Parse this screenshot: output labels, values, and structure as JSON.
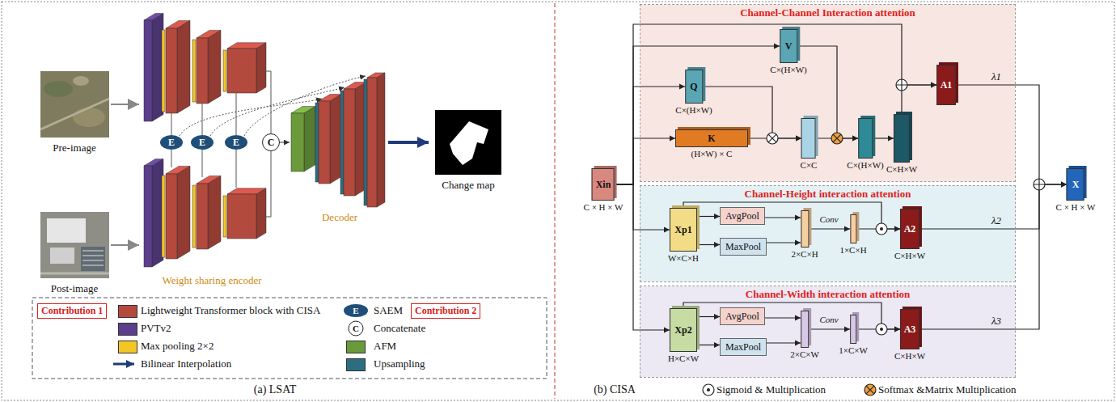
{
  "diagram": {
    "nodes": [
      {
        "text": [
          "E"
        ]
      },
      {
        "text": [
          "E"
        ]
      },
      {
        "text": [
          "E"
        ]
      },
      {
        "text": [
          "C"
        ]
      },
      {
        "text": [
          "Contribution 1"
        ]
      },
      {
        "text": [
          "Contribution 2"
        ]
      },
      {
        "text": [
          "Xin",
          "C × H × W"
        ]
      },
      {
        "text": [
          "Channel-Channel Interaction attention"
        ]
      },
      {
        "text": [
          "V",
          "C×(H×W)"
        ],
        "in": 7
      },
      {
        "text": [
          "Q",
          "C×(H×W)"
        ],
        "in": 7
      },
      {
        "text": [
          "K",
          "(H×W) × C"
        ],
        "in": 7
      },
      {
        "text": [
          "C×C"
        ],
        "in": 7
      },
      {
        "text": [
          "C×(H×W)"
        ],
        "in": 7
      },
      {
        "text": [
          "C×H×W"
        ],
        "in": 7
      },
      {
        "text": [
          "A1"
        ],
        "in": 7
      },
      {
        "text": [
          "Channel-Height interaction attention"
        ]
      },
      {
        "text": [
          "Xp1",
          "W×C×H"
        ],
        "in": 15
      },
      {
        "text": [
          "AvgPool"
        ],
        "in": 15
      },
      {
        "text": [
          "MaxPool"
        ],
        "in": 15
      },
      {
        "text": [
          "2×C×H"
        ],
        "in": 15
      },
      {
        "text": [
          "1×C×H"
        ],
        "in": 15
      },
      {
        "text": [
          "A2",
          "C×H×W"
        ],
        "in": 15
      },
      {
        "text": [
          "Channel-Width interaction attention"
        ]
      },
      {
        "text": [
          "Xp2",
          "H×C×W"
        ],
        "in": 22
      },
      {
        "text": [
          "AvgPool"
        ],
        "in": 22
      },
      {
        "text": [
          "MaxPool"
        ],
        "in": 22
      },
      {
        "text": [
          "2×C×W"
        ],
        "in": 22
      },
      {
        "text": [
          "1×C×W"
        ],
        "in": 22
      },
      {
        "text": [
          "A3",
          "C×H×W"
        ],
        "in": 22
      },
      {
        "text": [
          "X",
          "C × H × W"
        ]
      }
    ],
    "edges": [
      {
        "from": 6,
        "to": 9,
        "arrow": "to"
      },
      {
        "from": 6,
        "to": 10,
        "arrow": "to"
      },
      {
        "from": 6,
        "to": 8,
        "arrow": "to"
      },
      {
        "from": 6,
        "to": 14,
        "arrow": "to"
      },
      {
        "from": 9,
        "to": 11,
        "arrow": "to"
      },
      {
        "from": 10,
        "to": 11,
        "arrow": "to"
      },
      {
        "from": 11,
        "to": 12,
        "arrow": "to"
      },
      {
        "from": 8,
        "to": 12,
        "arrow": "to"
      },
      {
        "from": 12,
        "to": 13,
        "arrow": "to"
      },
      {
        "from": 13,
        "to": 14,
        "arrow": "to"
      },
      {
        "from": 14,
        "to": 29,
        "label": "λ1",
        "arrow": "to"
      },
      {
        "from": 21,
        "to": 29,
        "label": "λ2",
        "arrow": "to"
      },
      {
        "from": 28,
        "to": 29,
        "label": "λ3",
        "arrow": "to"
      },
      {
        "from": 6,
        "to": 16,
        "arrow": "to"
      },
      {
        "from": 16,
        "to": 17,
        "arrow": "to"
      },
      {
        "from": 16,
        "to": 18,
        "arrow": "to"
      },
      {
        "from": 17,
        "to": 19,
        "arrow": "to"
      },
      {
        "from": 18,
        "to": 19,
        "arrow": "to"
      },
      {
        "from": 19,
        "to": 20,
        "label": "Conv",
        "arrow": "to"
      },
      {
        "from": 20,
        "to": 21,
        "arrow": "to"
      },
      {
        "from": 16,
        "to": 21,
        "arrow": "to"
      },
      {
        "from": 6,
        "to": 23,
        "arrow": "to"
      },
      {
        "from": 23,
        "to": 24,
        "arrow": "to"
      },
      {
        "from": 23,
        "to": 25,
        "arrow": "to"
      },
      {
        "from": 24,
        "to": 26,
        "arrow": "to"
      },
      {
        "from": 25,
        "to": 26,
        "arrow": "to"
      },
      {
        "from": 26,
        "to": 27,
        "label": "Conv",
        "arrow": "to"
      },
      {
        "from": 27,
        "to": 28,
        "arrow": "to"
      },
      {
        "from": 23,
        "to": 28,
        "arrow": "to"
      }
    ],
    "labels": [
      "Pre-image",
      "Post-image",
      "Weight sharing encoder",
      "Decoder",
      "Change map",
      "E",
      "C",
      "(a) LSAT",
      "(b) CISA"
    ],
    "legend": [
      {
        "text": "Lightweight Transformer block with CISA",
        "color": "#b4493e"
      },
      {
        "text": "SAEM"
      },
      {
        "text": "PVTv2",
        "color": "#5b3f8c"
      },
      {
        "text": "Concatenate"
      },
      {
        "text": "Max pooling 2×2",
        "color": "#f3c623"
      },
      {
        "text": "AFM",
        "color": "#6a9a3a"
      },
      {
        "text": "Bilinear Interpolation"
      },
      {
        "text": "Upsampling",
        "color": "#2b6e80"
      },
      {
        "text": "Sigmoid & Multiplication"
      },
      {
        "text": "Softmax &Matrix Multiplication"
      }
    ]
  }
}
